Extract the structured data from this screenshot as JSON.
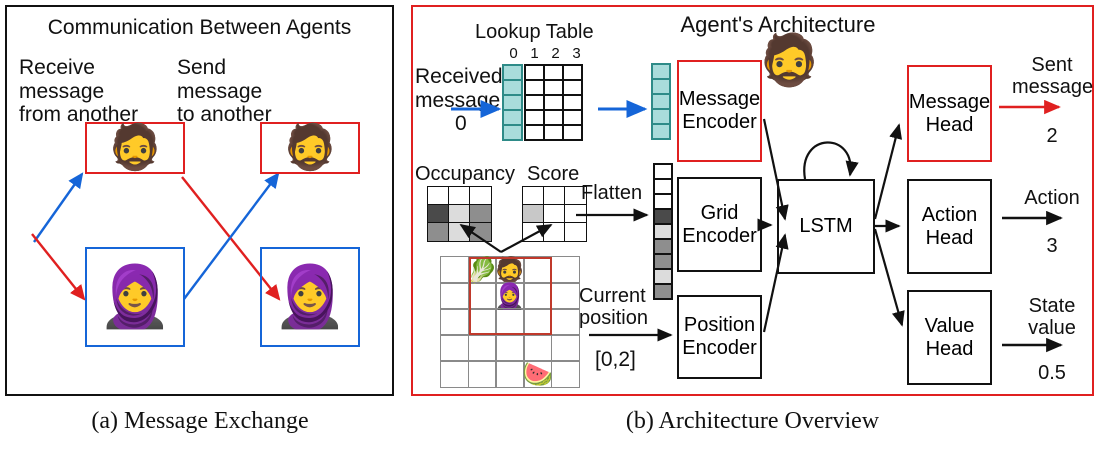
{
  "figure": {
    "captions": [
      {
        "id": "caption-a",
        "text": "(a) Message Exchange"
      },
      {
        "id": "caption-b",
        "text": "(b) Architecture Overview"
      }
    ]
  },
  "panel_a": {
    "title": "Communication Between Agents",
    "labels": {
      "receive": "Receive\nmessage\nfrom another",
      "send": "Send\nmessage\nto another"
    },
    "agents": [
      {
        "name": "agent-red-left",
        "icon": "caveman-emoji",
        "glyph": "🧔",
        "border_color": "#e02020"
      },
      {
        "name": "agent-red-right",
        "icon": "caveman-emoji",
        "glyph": "🧔",
        "border_color": "#e02020"
      },
      {
        "name": "agent-blue-left",
        "icon": "cavewoman-emoji",
        "glyph": "🧕",
        "border_color": "#1565d8"
      },
      {
        "name": "agent-blue-right",
        "icon": "cavewoman-emoji",
        "glyph": "🧕",
        "border_color": "#1565d8"
      }
    ],
    "arrow_colors": {
      "receive": "#1565d8",
      "send": "#e02020"
    }
  },
  "panel_b": {
    "title": "Agent's Architecture",
    "border_color": "#e02020",
    "avatar": {
      "icon": "caveman-emoji",
      "glyph": "🧔"
    },
    "lookup_table": {
      "title": "Lookup Table",
      "column_headers": [
        "0",
        "1",
        "2",
        "3"
      ],
      "rows": 5,
      "highlight_column": 0,
      "highlight_color": "#a9dcdb"
    },
    "received_message": {
      "label": "Received\nmessage",
      "value": "0",
      "arrow_color": "#1565d8"
    },
    "embedding_vector": {
      "name": "message-embedding-vector",
      "cells": 5,
      "color": "#a9dcdb"
    },
    "occupancy": {
      "label": "Occupancy",
      "cells": [
        [
          "#ffffff",
          "#ffffff",
          "#ffffff"
        ],
        [
          "#4a4a4a",
          "#dcdcdc",
          "#8e8e8e"
        ],
        [
          "#8e8e8e",
          "#dcdcdc",
          "#8e8e8e"
        ]
      ]
    },
    "score": {
      "label": "Score",
      "cells": [
        [
          "#ffffff",
          "#ffffff",
          "#ffffff"
        ],
        [
          "#c8c8c8",
          "#ffffff",
          "#ffffff"
        ],
        [
          "#ffffff",
          "#ffffff",
          "#ffffff"
        ]
      ]
    },
    "flatten": {
      "label": "Flatten",
      "vector": [
        "#ffffff",
        "#ffffff",
        "#ffffff",
        "#4a4a4a",
        "#dcdcdc",
        "#8e8e8e",
        "#8e8e8e",
        "#dcdcdc",
        "#8e8e8e"
      ]
    },
    "world_grid": {
      "rows": 5,
      "cols": 5,
      "selection": {
        "row": 0,
        "col": 1,
        "size": 3,
        "color": "#c0392b"
      },
      "items": [
        {
          "name": "grid-item-lettuce",
          "icon": "leafy-green-emoji",
          "glyph": "🥬",
          "row": 0,
          "col": 1
        },
        {
          "name": "grid-item-agent-self",
          "icon": "caveman-emoji",
          "glyph": "🧔",
          "row": 0,
          "col": 2
        },
        {
          "name": "grid-item-agent-other",
          "icon": "cavewoman-emoji",
          "glyph": "🧕",
          "row": 1,
          "col": 2
        },
        {
          "name": "grid-item-watermelon",
          "icon": "watermelon-emoji",
          "glyph": "🍉",
          "row": 4,
          "col": 3
        }
      ]
    },
    "current_position": {
      "label": "Current\nposition",
      "value": "[0,2]"
    },
    "encoders": [
      {
        "name": "message-encoder",
        "label": "Message\nEncoder",
        "border_color": "#e02020"
      },
      {
        "name": "grid-encoder",
        "label": "Grid\nEncoder",
        "border_color": "#111111"
      },
      {
        "name": "position-encoder",
        "label": "Position\nEncoder",
        "border_color": "#111111"
      }
    ],
    "recurrent": {
      "name": "lstm-block",
      "label": "LSTM"
    },
    "heads": [
      {
        "name": "message-head",
        "label": "Message\nHead",
        "border_color": "#e02020",
        "output_label": "Sent\nmessage",
        "output_value": "2",
        "arrow_color": "#e02020"
      },
      {
        "name": "action-head",
        "label": "Action\nHead",
        "border_color": "#111111",
        "output_label": "Action",
        "output_value": "3",
        "arrow_color": "#111111"
      },
      {
        "name": "value-head",
        "label": "Value\nHead",
        "border_color": "#111111",
        "output_label": "State\nvalue",
        "output_value": "0.5",
        "arrow_color": "#111111"
      }
    ]
  }
}
